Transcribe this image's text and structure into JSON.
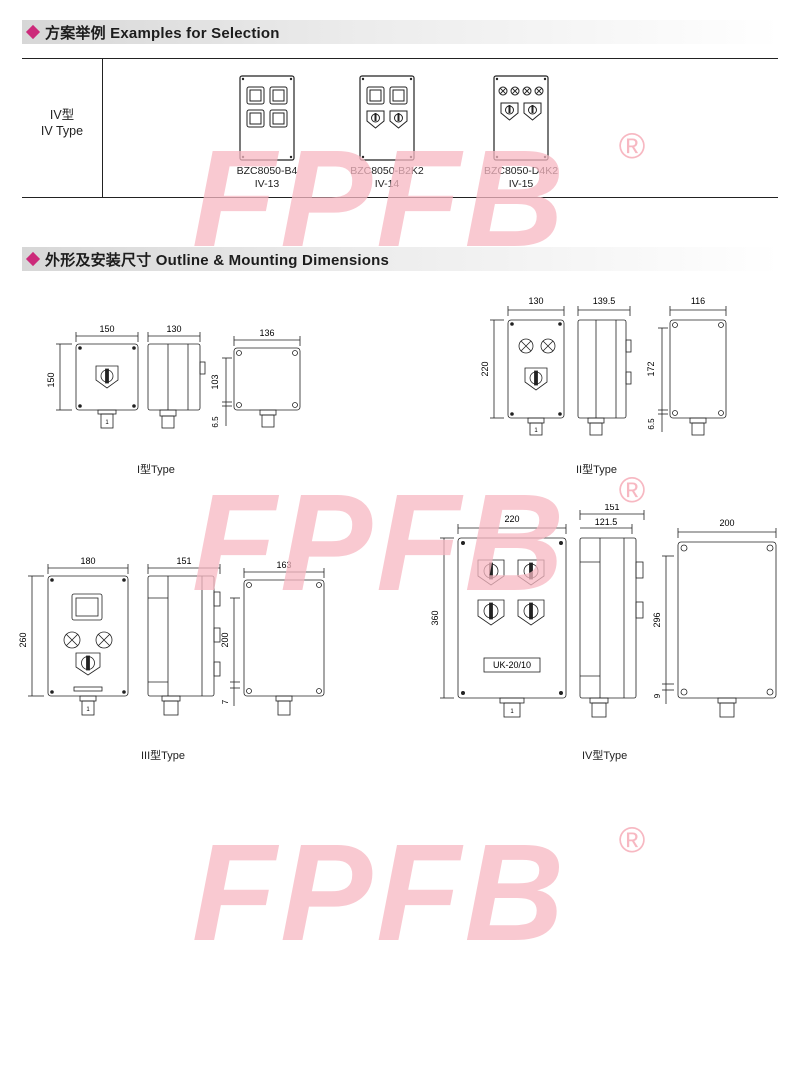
{
  "section1": {
    "title": "方案举例 Examples for Selection"
  },
  "selection": {
    "row_label_cn": "IV型",
    "row_label_en": "IV Type",
    "samples": [
      {
        "model": "BZC8050-B4",
        "code": "IV-13"
      },
      {
        "model": "BZC8050-B2K2",
        "code": "IV-14"
      },
      {
        "model": "BZC8050-D4K2",
        "code": "IV-15"
      }
    ]
  },
  "section2": {
    "title": "外形及安装尺寸 Outline & Mounting Dimensions"
  },
  "watermark": {
    "text": "FPFB",
    "mark": "®",
    "color": "#f7b8c2"
  },
  "diagrams": {
    "type1": {
      "caption": "I型Type",
      "dims": {
        "front_w": "150",
        "front_h": "150",
        "side_w": "130",
        "back_w": "136",
        "back_h": "103",
        "back_off": "6.5"
      }
    },
    "type2": {
      "caption": "II型Type",
      "dims": {
        "front_w": "130",
        "front_h": "220",
        "side_w": "139.5",
        "back_w": "116",
        "back_h": "172",
        "back_off": "6.5"
      }
    },
    "type3": {
      "caption": "III型Type",
      "dims": {
        "front_w": "180",
        "front_h": "260",
        "side_w": "151",
        "back_w": "163",
        "back_h": "200",
        "back_off": "7"
      }
    },
    "type4": {
      "caption": "IV型Type",
      "plate": "UK-20/10",
      "dims": {
        "front_w": "220",
        "front_h": "360",
        "side_w": "151",
        "side_w2": "121.5",
        "back_w": "200",
        "back_h": "296",
        "back_off": "9"
      }
    },
    "gland_label": "1"
  }
}
